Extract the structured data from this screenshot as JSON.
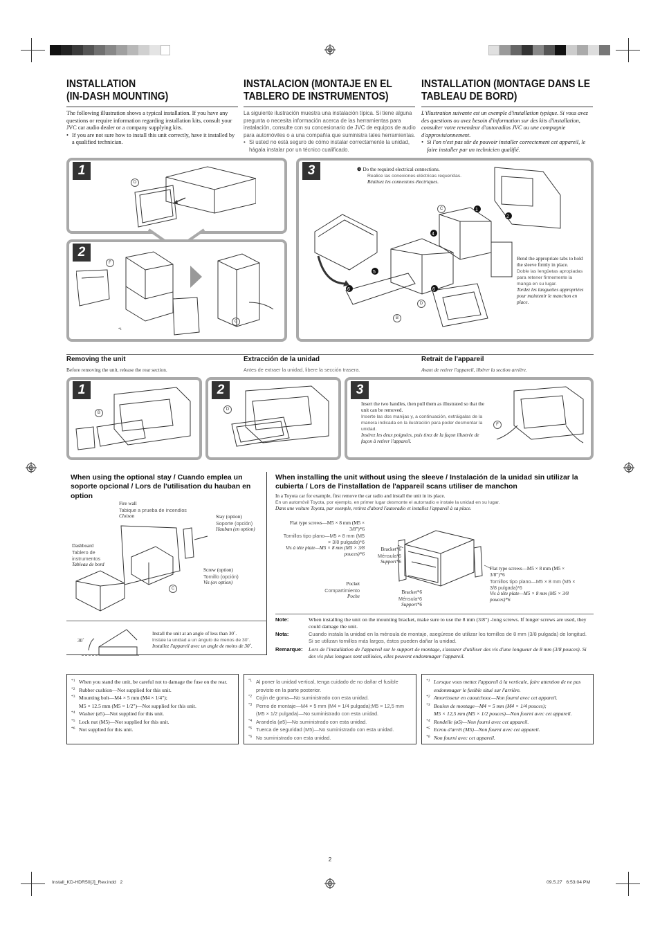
{
  "headings": {
    "en": "INSTALLATION\n(IN-DASH MOUNTING)",
    "es": "INSTALACION (MONTAJE EN EL TABLERO DE INSTRUMENTOS)",
    "fr": "INSTALLATION (MONTAGE DANS LE TABLEAU DE BORD)"
  },
  "intro": {
    "en_p": "The following illustration shows a typical installation. If you have any questions or require information regarding installation kits, consult your JVC car audio dealer or a company supplying kits.",
    "en_b": "If you are not sure how to install this unit correctly, have it installed by a qualified technician.",
    "es_p": "La siguiente ilustración muestra una instalación típica. Si tiene alguna pregunta o necesita información acerca de las herramientas para instalación, consulte con su concesionario de JVC de equipos de audio para automóviles o a una compañía que suministra tales herramientas.",
    "es_b": "Si usted no está seguro de cómo instalar correctamente la unidad, hágala instalar por un técnico cualificado.",
    "fr_p": "L'illustration suivante est un exemple d'installation typique. Si vous avez des questions ou avez besoin d'information sur des kits d'installation, consulter votre revendeur d'autoradios JVC ou une compagnie d'approvisionnement.",
    "fr_b": "Si l'on n'est pas sûr de pouvoir installer correctement cet appareil, le faire installer par un technicien qualifié."
  },
  "steps": {
    "s1": "1",
    "s2": "2",
    "s3": "3"
  },
  "install_panel3": {
    "do_en": "Do the required electrical connections.",
    "do_es": "Realice las conexiones eléctricas requeridas.",
    "do_fr": "Réalisez les connexions électriques.",
    "bend_en": "Bend the appropriate tabs to hold the sleeve firmly in place.",
    "bend_es": "Doble las lengüetas apropiadas para retener firmemente la manga en su lugar.",
    "bend_fr": "Tordez les languettes appropriées pour maintenir le manchon en place."
  },
  "removing": {
    "en_title": "Removing the unit",
    "en_text": "Before removing the unit, release the rear section.",
    "es_title": "Extracción de la unidad",
    "es_text": "Antes de extraer la unidad, libere la sección trasera.",
    "fr_title": "Retrait de l'appareil",
    "fr_text": "Avant de retirer l'appareil, libérer la section arrière.",
    "s3_en": "Insert the two handles, then pull them as illustrated so that the unit can be removed.",
    "s3_es": "Inserte las dos manijas y, a continuación, extráigalas de la manera indicada en la ilustración para poder desmontar la unidad.",
    "s3_fr": "Insérez les deux poignées, puis tirez de la façon illustrée de façon à retirer l'appareil."
  },
  "stay": {
    "heading": "When using the optional stay / Cuando emplea un soporte opcional / Lors de l'utilisation du hauban en option",
    "firewall_en": "Fire wall",
    "firewall_es": "Tabique a prueba de incendios",
    "firewall_fr": "Cloison",
    "stay_en": "Stay (option)",
    "stay_es": "Soporte (opción)",
    "stay_fr": "Hauban (en option)",
    "dash_en": "Dashboard",
    "dash_es": "Tablero de instrumentos",
    "dash_fr": "Tableau de bord",
    "screw_en": "Screw (option)",
    "screw_es": "Tornillo (opción)",
    "screw_fr": "Vis (en option)",
    "angle_en": "Install the unit at an angle of less than 30˚.",
    "angle_es": "Instale la unidad a un ángulo de menos de 30˚.",
    "angle_fr": "Installez l'appareil avec un angle de moins de 30˚.",
    "angle_label": "30˚"
  },
  "nosleeve": {
    "heading": "When installing the unit without using the sleeve / Instalación de la unidad sin utilizar la cubierta / Lors de l'installation de l'appareil scans utiliser de manchon",
    "en": "In a Toyota car for example, first remove the car radio and install the unit in its place.",
    "es": "En un automóvil Toyota, por ejemplo, en primer lugar desmonte el autorradio e instale la unidad en su lugar.",
    "fr": "Dans une voiture Toyota, par exemple, retirez d'abord l'autoradio et installez l'appareil à sa place.",
    "flat_en": "Flat type screws—M5 × 8 mm (M5 × 3/8\")*6",
    "flat_es": "Tornillos tipo plano—M5 × 8 mm (M5 × 3/8 pulgada)*6",
    "flat_fr": "Vis à tête plate—M5 × 8 mm (M5 × 3/8 pouces)*6",
    "bracket_en": "Bracket*6",
    "bracket_es": "Ménsula*6",
    "bracket_fr": "Support*6",
    "pocket_en": "Pocket",
    "pocket_es": "Compartimiento",
    "pocket_fr": "Poche",
    "note_lbl": "Note:",
    "note": "When installing the unit on the mounting bracket, make sure to use the 8 mm (3/8\") -long screws. If longer screws are used, they could damage the unit.",
    "nota_lbl": "Nota:",
    "nota": "Cuando instala la unidad en la ménsula de montaje, asegúrese de utilizar los tornillos de 8 mm (3/8 pulgada) de longitud. Si se utilizan tornillos más largos, éstos pueden dañar la unidad.",
    "rem_lbl": "Remarque:",
    "rem": "Lors de l'installation de l'appareil sur le support de montage, s'assurer d'utiliser des vis d'une longueur de 8 mm (3/8 pouces). Si des vis plus longues sont utilisées, elles peuvent endommager l'appareil."
  },
  "footnotes": {
    "en": [
      {
        "m": "*1",
        "t": "When you stand the unit, be careful not to damage the fuse on the rear."
      },
      {
        "m": "*2",
        "t": "Rubber cushion—Not supplied for this unit."
      },
      {
        "m": "*3",
        "t": "Mounting bolt—M4 × 5 mm (M4 × 1/4\");"
      },
      {
        "m": "",
        "t": "M5 × 12.5 mm (M5 × 1/2\")—Not supplied for this unit."
      },
      {
        "m": "*4",
        "t": "Washer (ø5)—Not supplied for this unit."
      },
      {
        "m": "*5",
        "t": "Lock nut (M5)—Not supplied for this unit."
      },
      {
        "m": "*6",
        "t": "Not supplied for this unit."
      }
    ],
    "es": [
      {
        "m": "*1",
        "t": "Al poner la unidad vertical, tenga cuidado de no dañar el fusible provisto en la parte posterior."
      },
      {
        "m": "*2",
        "t": "Cojín de goma—No suministrado con esta unidad."
      },
      {
        "m": "*3",
        "t": "Perno de montaje—M4 × 5 mm (M4 × 1/4 pulgada);M5 × 12,5 mm (M5 × 1/2 pulgada)—No suministrado con esta unidad."
      },
      {
        "m": "*4",
        "t": "Arandela (ø5)—No suministrado con esta unidad."
      },
      {
        "m": "*5",
        "t": "Tuerca de seguridad (M5)—No suministrado con esta unidad."
      },
      {
        "m": "*6",
        "t": "No suministrado con esta unidad."
      }
    ],
    "fr": [
      {
        "m": "*1",
        "t": "Lorsque vous mettez l'appareil à la verticale, faire attention de ne pas endommager le fusible situé sur l'arrière."
      },
      {
        "m": "*2",
        "t": "Amortisseur en caoutchouc—Non fourni avec cet appareil."
      },
      {
        "m": "*3",
        "t": "Boulon de montage—M4 × 5 mm (M4 × 1/4 pouces);"
      },
      {
        "m": "",
        "t": "M5 × 12,5 mm (M5 × 1/2 pouces)—Non fourni avec cet appareil."
      },
      {
        "m": "*4",
        "t": "Rondelle (ø5)—Non fourni avec cet appareil."
      },
      {
        "m": "*5",
        "t": "Ecrou d'arrêt (M5)—Non fourni avec cet appareil."
      },
      {
        "m": "*6",
        "t": "Non fourni avec cet appareil."
      }
    ]
  },
  "page_number": "2",
  "footer": {
    "file": "Install_KD-HDR50[J]_Rev.indd   2",
    "date": "09.5.27   6:53:04 PM"
  }
}
